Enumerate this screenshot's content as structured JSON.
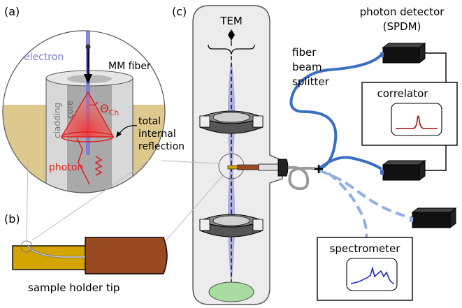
{
  "panels": {
    "a": "(a)",
    "b": "(b)",
    "c": "(c)"
  },
  "labels": {
    "tem": "TEM",
    "electron": "electron",
    "mm_fiber": "MM fiber",
    "cladding": "cladding",
    "core": "core",
    "theta_symbol": "Θ",
    "theta_subscript": "Ch",
    "tir_line1": "total",
    "tir_line2": "internal",
    "tir_line3": "reflection",
    "photon": "photon",
    "sample_holder_tip": "sample holder tip",
    "photon_detector_line1": "photon detector",
    "photon_detector_line2": "(SPDM)",
    "splitter_line1": "fiber",
    "splitter_line2": "beam",
    "splitter_line3": "splitter",
    "correlator": "correlator",
    "spectrometer": "spectrometer"
  },
  "colors": {
    "electron_blue": "#7b7bd6",
    "fiber_blue": "#3a6fc4",
    "fiber_light": "#8fb0e0",
    "sand": "#ddc88e",
    "red": "#e02020",
    "dark_red": "#a01010",
    "spectrum_blue": "#1a1ad0",
    "holder_gold": "#d4a400",
    "holder_brown": "#9a4a22",
    "screen_green": "#a8dca0"
  }
}
